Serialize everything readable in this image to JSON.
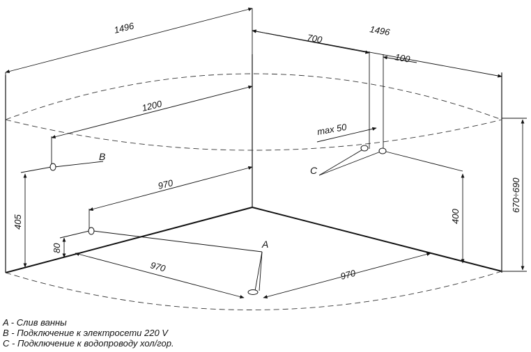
{
  "dimensions": {
    "top_left_width": "1496",
    "top_right_width": "1496",
    "drain_offset_700": "700",
    "pipe_spacing_100": "100",
    "back_wall_1200": "1200",
    "left_970": "970",
    "max_50": "max 50",
    "height_405": "405",
    "height_80": "80",
    "height_400": "400",
    "height_670_690": "670÷690",
    "floor_left_970": "970",
    "floor_right_970": "970"
  },
  "labels": {
    "a": "A",
    "b": "B",
    "c": "C"
  },
  "legend": [
    "A - Слив ванны",
    "B - Подключение к электросети 220 V",
    "C - Подключение к водопроводу хол/гор."
  ],
  "colors": {
    "line": "#111111",
    "background": "#ffffff"
  }
}
